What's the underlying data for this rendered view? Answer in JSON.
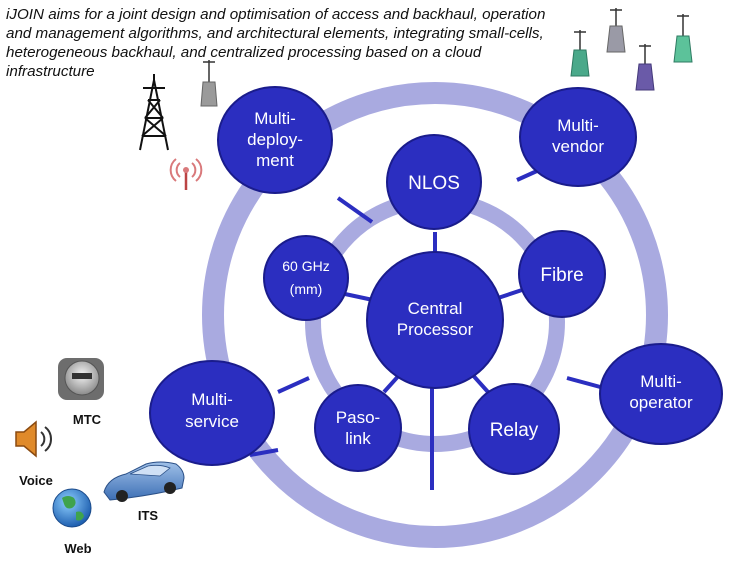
{
  "intro_lines": [
    "iJOIN aims for a joint design and optimisation of access and backhaul, operation",
    "and management algorithms, and architectural elements, integrating small-cells,",
    "heterogeneous backhaul, and centralized processing based on a cloud",
    "infrastructure"
  ],
  "center": {
    "line1": "Central",
    "line2": "Processor"
  },
  "inner_nodes": {
    "nlos": "NLOS",
    "fibre": "Fibre",
    "relay": "Relay",
    "pasolink": {
      "line1": "Paso-",
      "line2": "link"
    },
    "ghz60": {
      "line1": "60 GHz",
      "line2": "(mm)"
    }
  },
  "outer_nodes": {
    "deployment": {
      "line1": "Multi-",
      "line2": "deploy-",
      "line3": "ment"
    },
    "vendor": {
      "line1": "Multi-",
      "line2": "vendor"
    },
    "operator": {
      "line1": "Multi-",
      "line2": "operator"
    },
    "service": {
      "line1": "Multi-",
      "line2": "service"
    }
  },
  "side_labels": {
    "mtc": "MTC",
    "voice": "Voice",
    "its": "ITS",
    "web": "Web"
  },
  "colors": {
    "node_fill": "#2b2ec0",
    "node_stroke": "#1a1c8c",
    "ring": "#a9aae0",
    "spoke": "#2b2ec0"
  },
  "icons": [
    "cell-tower-icon",
    "small-cell-antenna-icon",
    "signal-waves-icon",
    "smart-meter-icon",
    "speaker-icon",
    "car-icon",
    "globe-icon"
  ]
}
